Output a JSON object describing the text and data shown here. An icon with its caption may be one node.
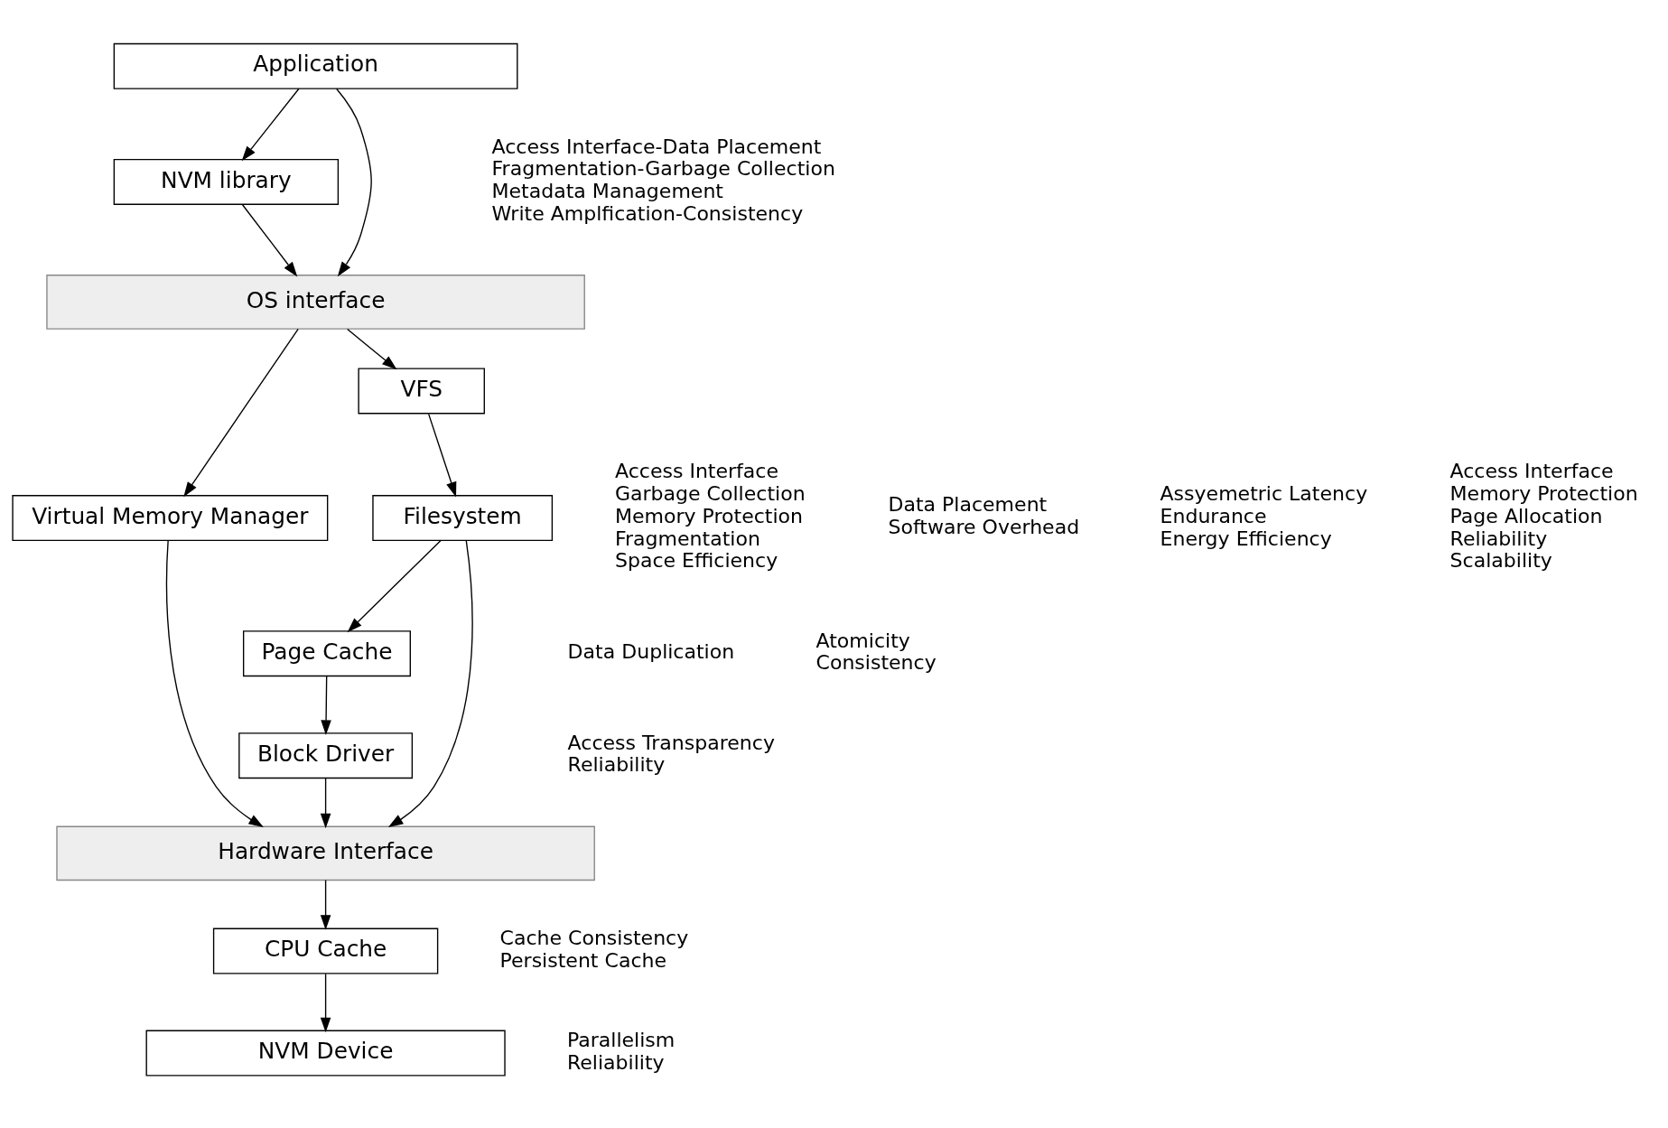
{
  "diagram": {
    "nodes": [
      {
        "text": [
          "Application"
        ]
      },
      {
        "text": [
          "NVM library"
        ]
      },
      {
        "text": [
          "OS interface"
        ]
      },
      {
        "text": [
          "Virtual Memory Manager"
        ]
      },
      {
        "text": [
          "VFS"
        ]
      },
      {
        "text": [
          "Filesystem"
        ]
      },
      {
        "text": [
          "Page Cache"
        ]
      },
      {
        "text": [
          "Block Driver"
        ]
      },
      {
        "text": [
          "Hardware Interface"
        ]
      },
      {
        "text": [
          "CPU Cache"
        ]
      },
      {
        "text": [
          "NVM Device"
        ]
      }
    ],
    "edges": [
      {
        "from": 0,
        "to": 2,
        "arrow": "to"
      },
      {
        "from": 0,
        "to": 1,
        "arrow": "to"
      },
      {
        "from": 1,
        "to": 2,
        "arrow": "to"
      },
      {
        "from": 2,
        "to": 4,
        "arrow": "to"
      },
      {
        "from": 2,
        "to": 3,
        "arrow": "to"
      },
      {
        "from": 4,
        "to": 5,
        "arrow": "to"
      },
      {
        "from": 5,
        "to": 6,
        "arrow": "to"
      },
      {
        "from": 5,
        "to": 8,
        "arrow": "to"
      },
      {
        "from": 6,
        "to": 7,
        "arrow": "to"
      },
      {
        "from": 7,
        "to": 8,
        "arrow": "to"
      },
      {
        "from": 3,
        "to": 8,
        "arrow": "to"
      },
      {
        "from": 8,
        "to": 9,
        "arrow": "to"
      },
      {
        "from": 9,
        "to": 10,
        "arrow": "to"
      }
    ],
    "labels": [
      "Access Interface-Data Placement",
      "Fragmentation-Garbage Collection",
      "Metadata Management",
      "Write Amplfication-Consistency",
      "Access Interface",
      "Memory Protection",
      "Page Allocation",
      "Reliability",
      "Scalability",
      "Access Interface",
      "Garbage Collection",
      "Memory Protection",
      "Fragmentation",
      "Space Efficiency",
      "Data Duplication",
      "Access Transparency",
      "Reliability",
      "Atomicity",
      "Consistency",
      "Data Placement",
      "Software Overhead",
      "Assyemetric Latency",
      "Endurance",
      "Energy Efficiency",
      "Cache Consistency",
      "Persistent Cache",
      "Parallelism",
      "Reliability"
    ]
  }
}
